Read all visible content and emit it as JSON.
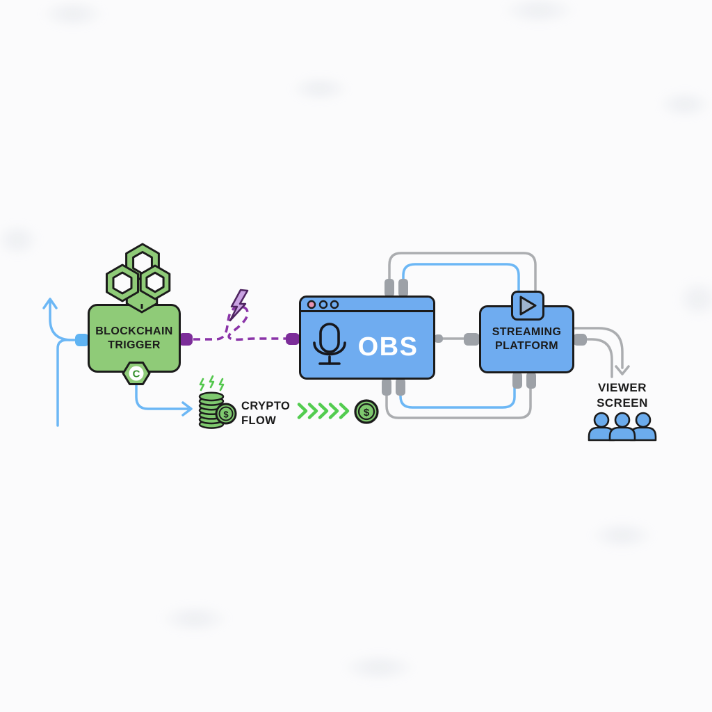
{
  "colors": {
    "node_green": "#8FCB78",
    "node_blue": "#6FACF0",
    "blue_line": "#6CB7F5",
    "gray_line": "#ABADB0",
    "gray_nub": "#9DA1A7",
    "purple_line": "#8A33A8",
    "purple_nub": "#7C2D99",
    "bolt_purple_fill": "#C9A2E2",
    "bolt_purple_stroke": "#4E2460",
    "green_accent": "#55C74F",
    "coin_green": "#7FC96F",
    "outline_black": "#1B1B1B",
    "pink_dot": "#E793B4",
    "obs_text": "#FFFFFF",
    "play_triangle_fill": "#9FB4CE",
    "background": "#FBFBFC"
  },
  "nodes": {
    "blockchain_trigger": {
      "line1": "BLOCKCHAIN",
      "line2": "TRIGGER",
      "badge_letter": "C"
    },
    "obs": {
      "label": "OBS"
    },
    "streaming_platform": {
      "line1": "STREAMING",
      "line2": "PLATFORM"
    },
    "viewer_screen": {
      "line1": "VIEWER",
      "line2": "SCREEN"
    }
  },
  "crypto_flow": {
    "line1": "CRYPTO",
    "line2": "FLOW",
    "coin_symbol": "$",
    "end_coin_symbol": "$"
  },
  "icons": {
    "hexagon_cluster": "blockchain-network-hexagons",
    "c_badge": "hexagon-c-badge",
    "microphone": "microphone",
    "window_dots": "window-control-dots",
    "play_button": "play-button",
    "purple_lightning": "trigger-lightning-bolt",
    "green_sparks": "energy-sparks",
    "coin_stack": "coin-stack",
    "dollar_coin": "dollar-coin",
    "flow_chevrons": "flow-chevrons-right",
    "audience": "viewer-people"
  }
}
